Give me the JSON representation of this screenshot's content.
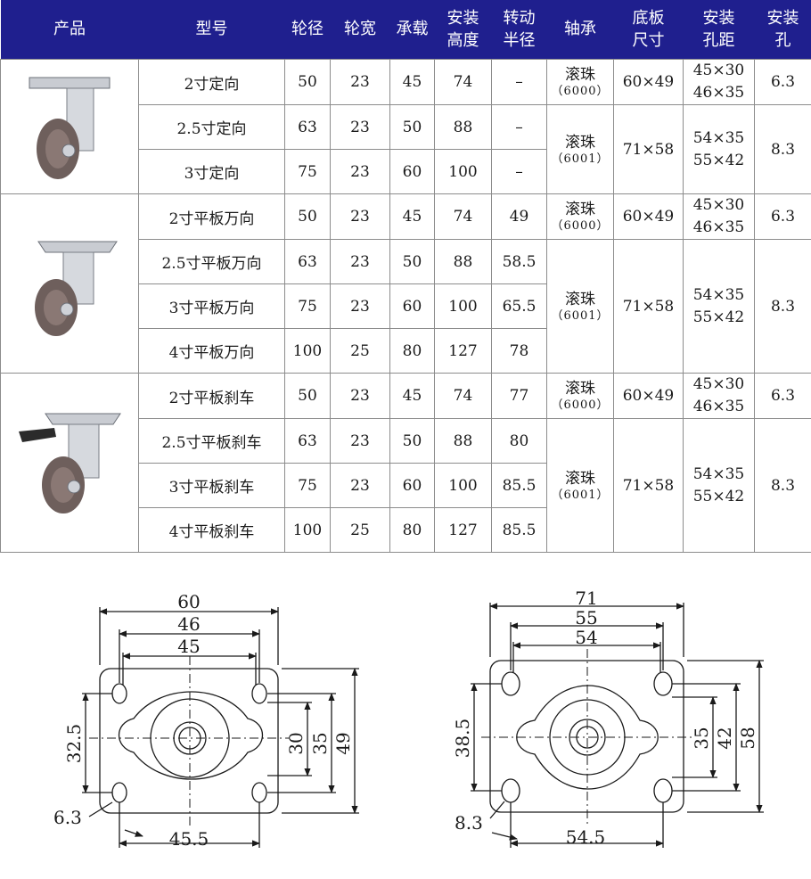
{
  "headers": {
    "product": "产品",
    "model": "型号",
    "wheel_dia": "轮径",
    "wheel_width": "轮宽",
    "load": "承载",
    "install_height": [
      "安装",
      "高度"
    ],
    "turn_radius": [
      "转动",
      "半径"
    ],
    "bearing": "轴承",
    "plate_size": [
      "底板",
      "尺寸"
    ],
    "hole_spacing": [
      "安装",
      "孔距"
    ],
    "mount_hole": [
      "安装",
      "孔"
    ]
  },
  "groups": {
    "fixed": {
      "image_icon": "fixed-caster-icon",
      "rows": [
        {
          "model": "2寸定向",
          "dia": "50",
          "width": "23",
          "load": "45",
          "height": "74",
          "radius": "–"
        },
        {
          "model": "2.5寸定向",
          "dia": "63",
          "width": "23",
          "load": "50",
          "height": "88",
          "radius": "–"
        },
        {
          "model": "3寸定向",
          "dia": "75",
          "width": "23",
          "load": "60",
          "height": "100",
          "radius": "–"
        }
      ],
      "bearings": [
        {
          "name": "滚珠",
          "code": "（6000）",
          "plate": "60×49",
          "spacing": [
            "45×30",
            "46×35"
          ],
          "hole": "6.3"
        },
        {
          "name": "滚珠",
          "code": "（6001）",
          "plate": "71×58",
          "spacing": [
            "54×35",
            "55×42"
          ],
          "hole": "8.3"
        }
      ]
    },
    "swivel": {
      "image_icon": "swivel-caster-icon",
      "rows": [
        {
          "model": "2寸平板万向",
          "dia": "50",
          "width": "23",
          "load": "45",
          "height": "74",
          "radius": "49"
        },
        {
          "model": "2.5寸平板万向",
          "dia": "63",
          "width": "23",
          "load": "50",
          "height": "88",
          "radius": "58.5"
        },
        {
          "model": "3寸平板万向",
          "dia": "75",
          "width": "23",
          "load": "60",
          "height": "100",
          "radius": "65.5"
        },
        {
          "model": "4寸平板万向",
          "dia": "100",
          "width": "25",
          "load": "80",
          "height": "127",
          "radius": "78"
        }
      ],
      "bearings": [
        {
          "name": "滚珠",
          "code": "（6000）",
          "plate": "60×49",
          "spacing": [
            "45×30",
            "46×35"
          ],
          "hole": "6.3"
        },
        {
          "name": "滚珠",
          "code": "（6001）",
          "plate": "71×58",
          "spacing": [
            "54×35",
            "55×42"
          ],
          "hole": "8.3"
        }
      ]
    },
    "brake": {
      "image_icon": "brake-caster-icon",
      "rows": [
        {
          "model": "2寸平板刹车",
          "dia": "50",
          "width": "23",
          "load": "45",
          "height": "74",
          "radius": "77"
        },
        {
          "model": "2.5寸平板刹车",
          "dia": "63",
          "width": "23",
          "load": "50",
          "height": "88",
          "radius": "80"
        },
        {
          "model": "3寸平板刹车",
          "dia": "75",
          "width": "23",
          "load": "60",
          "height": "100",
          "radius": "85.5"
        },
        {
          "model": "4寸平板刹车",
          "dia": "100",
          "width": "25",
          "load": "80",
          "height": "127",
          "radius": "85.5"
        }
      ],
      "bearings": [
        {
          "name": "滚珠",
          "code": "（6000）",
          "plate": "60×49",
          "spacing": [
            "45×30",
            "46×35"
          ],
          "hole": "6.3"
        },
        {
          "name": "滚珠",
          "code": "（6001）",
          "plate": "71×58",
          "spacing": [
            "54×35",
            "55×42"
          ],
          "hole": "8.3"
        }
      ]
    }
  },
  "drawing_small": {
    "plate_width": "60",
    "spacing_outer": "46",
    "spacing_inner": "45",
    "left_height": "32.5",
    "right_30": "30",
    "right_35": "35",
    "right_49": "49",
    "hole_dia": "6.3",
    "bottom_width": "45.5"
  },
  "drawing_large": {
    "plate_width": "71",
    "spacing_outer": "55",
    "spacing_inner": "54",
    "left_height": "38.5",
    "right_35": "35",
    "right_42": "42",
    "right_58": "58",
    "hole_dia": "8.3",
    "bottom_width": "54.5"
  }
}
